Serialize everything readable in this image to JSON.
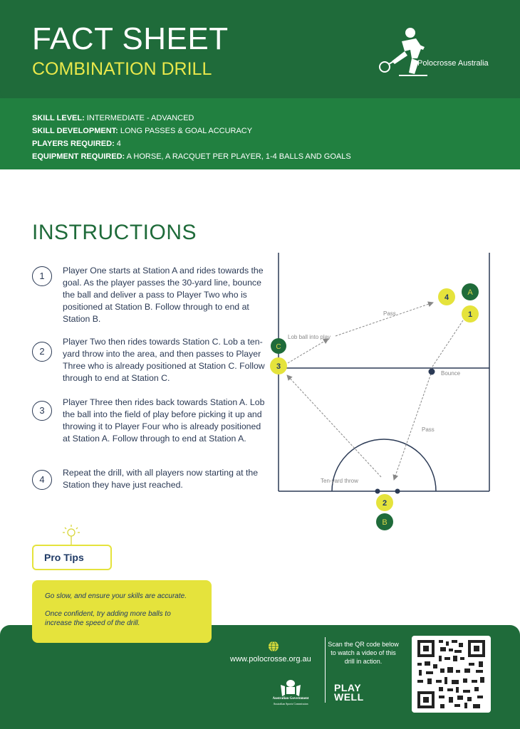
{
  "header": {
    "title": "FACT SHEET",
    "subtitle": "COMBINATION DRILL",
    "logo_text": "Polocrosse Australia"
  },
  "meta": [
    {
      "key": "SKILL LEVEL:",
      "value": " INTERMEDIATE - ADVANCED"
    },
    {
      "key": "SKILL DEVELOPMENT:",
      "value": " LONG PASSES & GOAL ACCURACY"
    },
    {
      "key": "PLAYERS REQUIRED:",
      "value": " 4"
    },
    {
      "key": "EQUIPMENT REQUIRED:",
      "value": " A HORSE, A RACQUET PER PLAYER, 1-4 BALLS AND GOALS"
    }
  ],
  "instructions": {
    "title": "INSTRUCTIONS",
    "steps": [
      {
        "num": "1",
        "text": "Player One starts at Station A and rides towards the goal. As the player passes the 30-yard line, bounce the ball and deliver a pass to Player Two who is positioned at Station B. Follow through to end at Station B."
      },
      {
        "num": "2",
        "text": "Player Two then rides towards Station C. Lob a ten-yard throw into the area, and then passes to Player Three who is already positioned at Station C. Follow through to end at Station C."
      },
      {
        "num": "3",
        "text": "Player Three then rides back towards Station A. Lob the ball into the field of play before picking it up and throwing it to Player Four who is already positioned at Station A. Follow through to end at Station A."
      },
      {
        "num": "4",
        "text": "Repeat the drill, with all players now starting at the Station they have just reached."
      }
    ]
  },
  "diagram": {
    "labels": {
      "pass_top": "Pass",
      "lob": "Lob ball into play",
      "bounce": "Bounce",
      "pass_right": "Pass",
      "ten_yard": "Ten-yard throw"
    },
    "stations": {
      "a": "A",
      "b": "B",
      "c": "C"
    },
    "players": {
      "p1": "1",
      "p2": "2",
      "p3": "3",
      "p4": "4"
    }
  },
  "tips": {
    "label": "Pro Tips",
    "lines": [
      "Go slow, and ensure your skills are accurate.",
      "Once confident, try adding more balls to increase the speed of the drill."
    ]
  },
  "footer": {
    "url": "www.polocrosse.org.au",
    "qr_text": "Scan the QR code below to watch a video of this drill in action.",
    "gov_line1": "Australian Government",
    "gov_line2": "Australian Sports Commission",
    "play_line1": "PLAY",
    "play_line2": "WELL"
  },
  "colors": {
    "green_dark": "#1f6b3a",
    "green_mid": "#218040",
    "yellow": "#e5e33c",
    "navy": "#2b3a55"
  }
}
